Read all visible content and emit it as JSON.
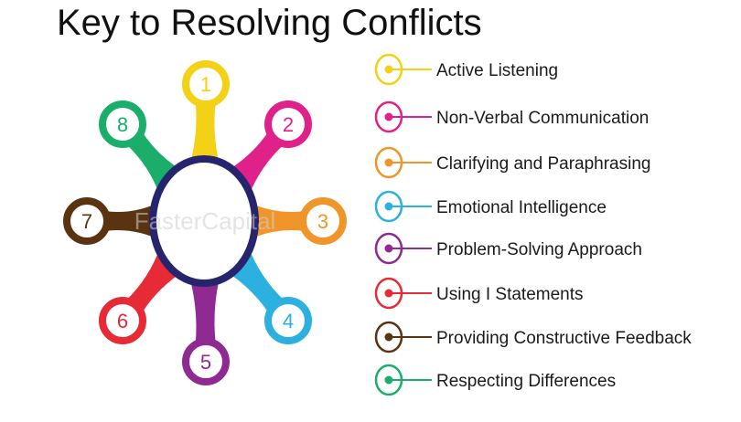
{
  "title": "Key to Resolving Conflicts",
  "watermark": "FasterCapital",
  "hub_color": "#27246e",
  "nodes": [
    {
      "number": "1",
      "color": "#f2d117"
    },
    {
      "number": "2",
      "color": "#e0218a"
    },
    {
      "number": "3",
      "color": "#f0952a"
    },
    {
      "number": "4",
      "color": "#2bb0e0"
    },
    {
      "number": "5",
      "color": "#8e2a92"
    },
    {
      "number": "6",
      "color": "#e62a36"
    },
    {
      "number": "7",
      "color": "#5a3410"
    },
    {
      "number": "8",
      "color": "#1aae6a"
    }
  ],
  "legend": [
    {
      "label": "Active Listening",
      "color": "#f2d117"
    },
    {
      "label": "Non-Verbal Communication",
      "color": "#e0218a"
    },
    {
      "label": "Clarifying and Paraphrasing",
      "color": "#f0952a"
    },
    {
      "label": "Emotional Intelligence",
      "color": "#2bb0e0"
    },
    {
      "label": "Problem-Solving Approach",
      "color": "#8e2a92"
    },
    {
      "label": "Using I Statements",
      "color": "#e62a36"
    },
    {
      "label": "Providing Constructive Feedback",
      "color": "#5a3410"
    },
    {
      "label": "Respecting Differences",
      "color": "#1aae6a"
    }
  ]
}
